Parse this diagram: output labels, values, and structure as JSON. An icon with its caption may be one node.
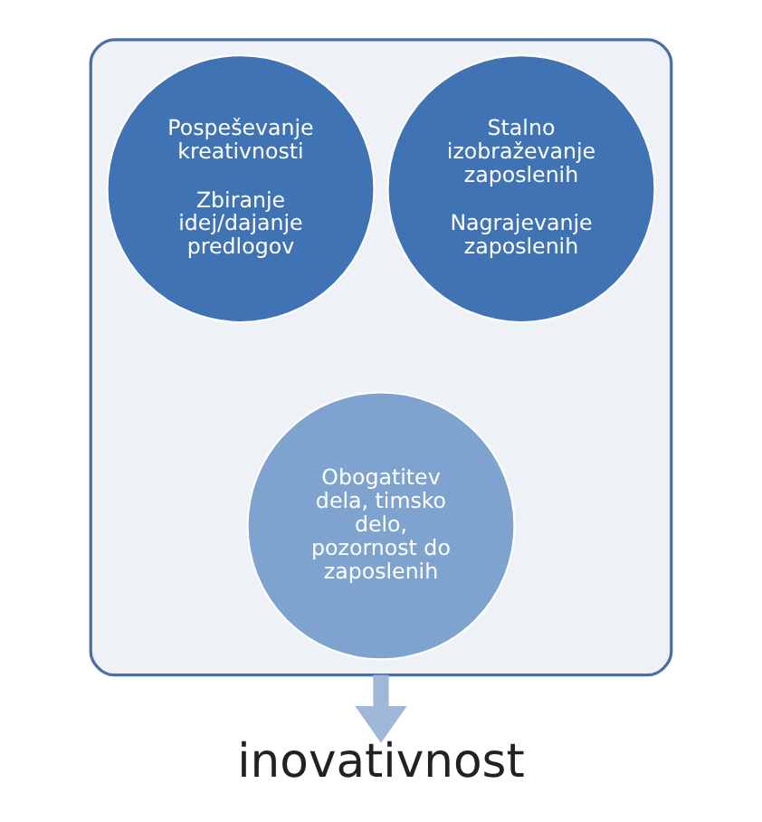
{
  "diagram": {
    "nodes": [
      {
        "text": [],
        "shape": "funnel"
      },
      {
        "text": [
          "Pospeševanje kreativnosti",
          "Zbiranje idej/dajanje predlogov"
        ],
        "in": 0
      },
      {
        "text": [
          "Stalno izobraževanje zaposlenih",
          "Nagrajevanje zaposlenih"
        ],
        "in": 0
      },
      {
        "text": [
          "Obogatitev dela, timsko delo, pozornost do zaposlenih"
        ],
        "in": 0
      },
      {
        "text": [
          "inovativnost"
        ]
      }
    ],
    "edges": [
      {
        "from": 0,
        "to": 4,
        "arrow": "to"
      }
    ]
  }
}
